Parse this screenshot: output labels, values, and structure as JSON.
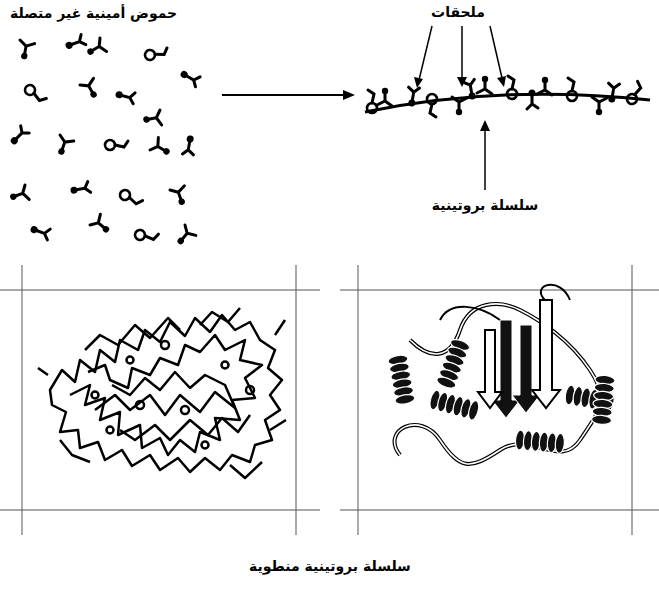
{
  "diagram": {
    "caption": "سلسلة بروتينية منطوية",
    "labels": [
      "حموض أمينية غير متصلة",
      "ملحقات",
      "سلسلة بروتينية"
    ]
  }
}
